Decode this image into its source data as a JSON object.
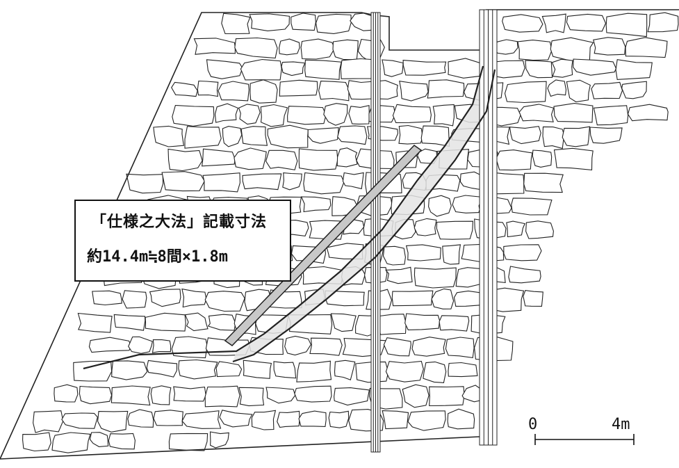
{
  "annotation": {
    "line1": "「仕様之大法」記載寸法",
    "line2": "約14.4m≒8間×1.8m"
  },
  "scale_bar": {
    "start_label": "0",
    "end_label": "4m"
  },
  "colors": {
    "line": "#222222",
    "highlight_fill": "#e4e4e4",
    "rod_fill": "#c8c8c8",
    "background": "#ffffff"
  }
}
